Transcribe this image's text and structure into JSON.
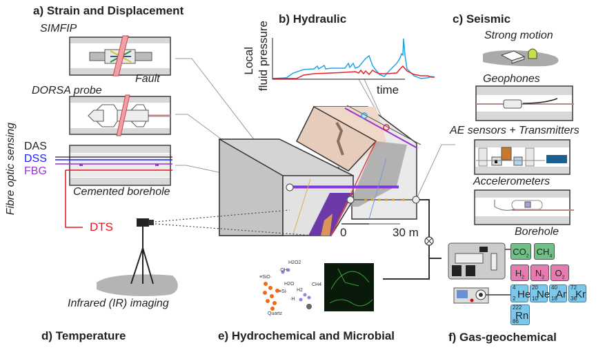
{
  "panels": {
    "a": {
      "title": "a) Strain and Displacement",
      "simfip_label": "SIMFIP",
      "fault_label": "Fault",
      "dorsa_label": "DORSA probe",
      "fibre_label": "Fibre optic sensing",
      "fibre_types": [
        {
          "name": "DAS",
          "color": "#222222"
        },
        {
          "name": "DSS",
          "color": "#1a1aff"
        },
        {
          "name": "FBG",
          "color": "#9b30d0"
        }
      ],
      "cemented_label": "Cemented borehole"
    },
    "b": {
      "title": "b) Hydraulic",
      "ylabel_line1": "Local",
      "ylabel_line2": "fluid pressure",
      "xlabel": "time"
    },
    "c": {
      "title": "c) Seismic",
      "strong_motion_label": "Strong motion",
      "geophones_label": "Geophones",
      "ae_label": "AE sensors + Transmitters",
      "accelerometers_label": "Accelerometers",
      "borehole_label": "Borehole"
    },
    "d": {
      "title": "d) Temperature",
      "dts_label": "DTS",
      "ir_label": "Infrared (IR) imaging",
      "dts_color": "#e8141b"
    },
    "e": {
      "title": "e) Hydrochemical and Microbial",
      "chem_labels": [
        "H2O2",
        "·OH",
        "≡SiO·",
        "H2O",
        "≡Si·",
        "·H",
        "H2",
        "CH4",
        "Quartz"
      ]
    },
    "f": {
      "title": "f) Gas-geochemical",
      "gases_group1": [
        "CO",
        "CH"
      ],
      "gases_group1_sub": [
        "2",
        "4"
      ],
      "gases_group2": [
        "H",
        "N",
        "O"
      ],
      "gases_group2_sub": [
        "2",
        "2",
        "2"
      ],
      "isotopes": [
        {
          "symbol": "He",
          "mass": "4",
          "z": "2"
        },
        {
          "symbol": "Ne",
          "mass": "20",
          "z": "10"
        },
        {
          "symbol": "Ar",
          "mass": "40",
          "z": "18"
        },
        {
          "symbol": "Kr",
          "mass": "72",
          "z": "36"
        },
        {
          "symbol": "Rn",
          "mass": "222",
          "z": "86"
        }
      ],
      "colors": {
        "green": "#6fbf86",
        "pink": "#e57bb0",
        "blue": "#7cc8ec"
      }
    }
  },
  "scale_bar": {
    "start": "0",
    "end": "30 m"
  },
  "hydraulic_curves": {
    "blue": {
      "color": "#1ea4e6"
    },
    "red": {
      "color": "#e2202a"
    }
  }
}
